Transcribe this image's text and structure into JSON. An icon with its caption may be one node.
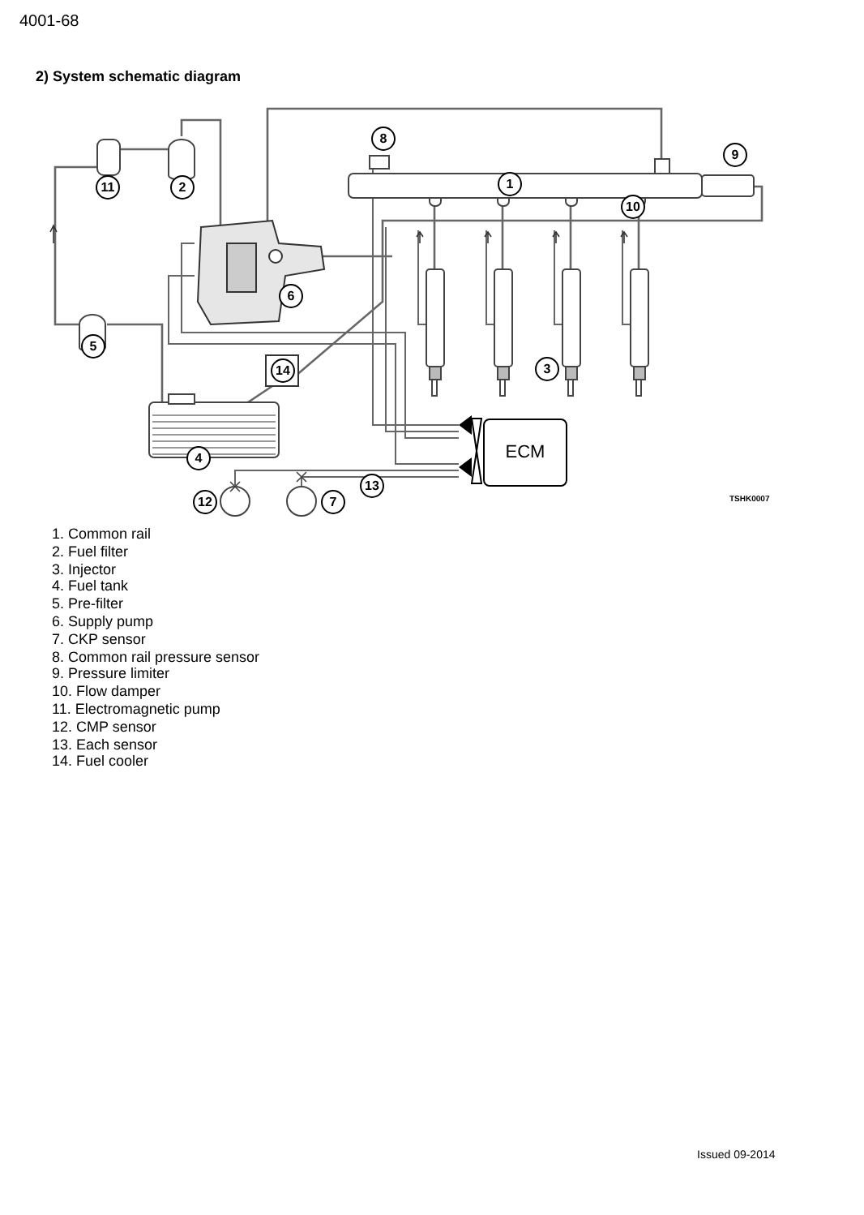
{
  "diagram": {
    "title": "2) System schematic diagram",
    "nodes": [
      {
        "text": [
          "ECM"
        ]
      }
    ],
    "labels": [
      "4001-68",
      "8",
      "11",
      "2",
      "1",
      "9",
      "10",
      "6",
      "5",
      "14",
      "3",
      "4",
      "13",
      "12",
      "7",
      "TSHK0007",
      "1. Common rail",
      "2. Fuel filter",
      "3. Injector",
      "4. Fuel tank",
      "5. Pre-filter",
      "6. Supply pump",
      "7. CKP sensor",
      "8. Common rail pressure sensor",
      "9. Pressure limiter",
      "10. Flow damper",
      "11. Electromagnetic pump",
      "12. CMP sensor",
      "13. Each sensor",
      "14. Fuel cooler",
      "Issued 09-2014"
    ]
  }
}
